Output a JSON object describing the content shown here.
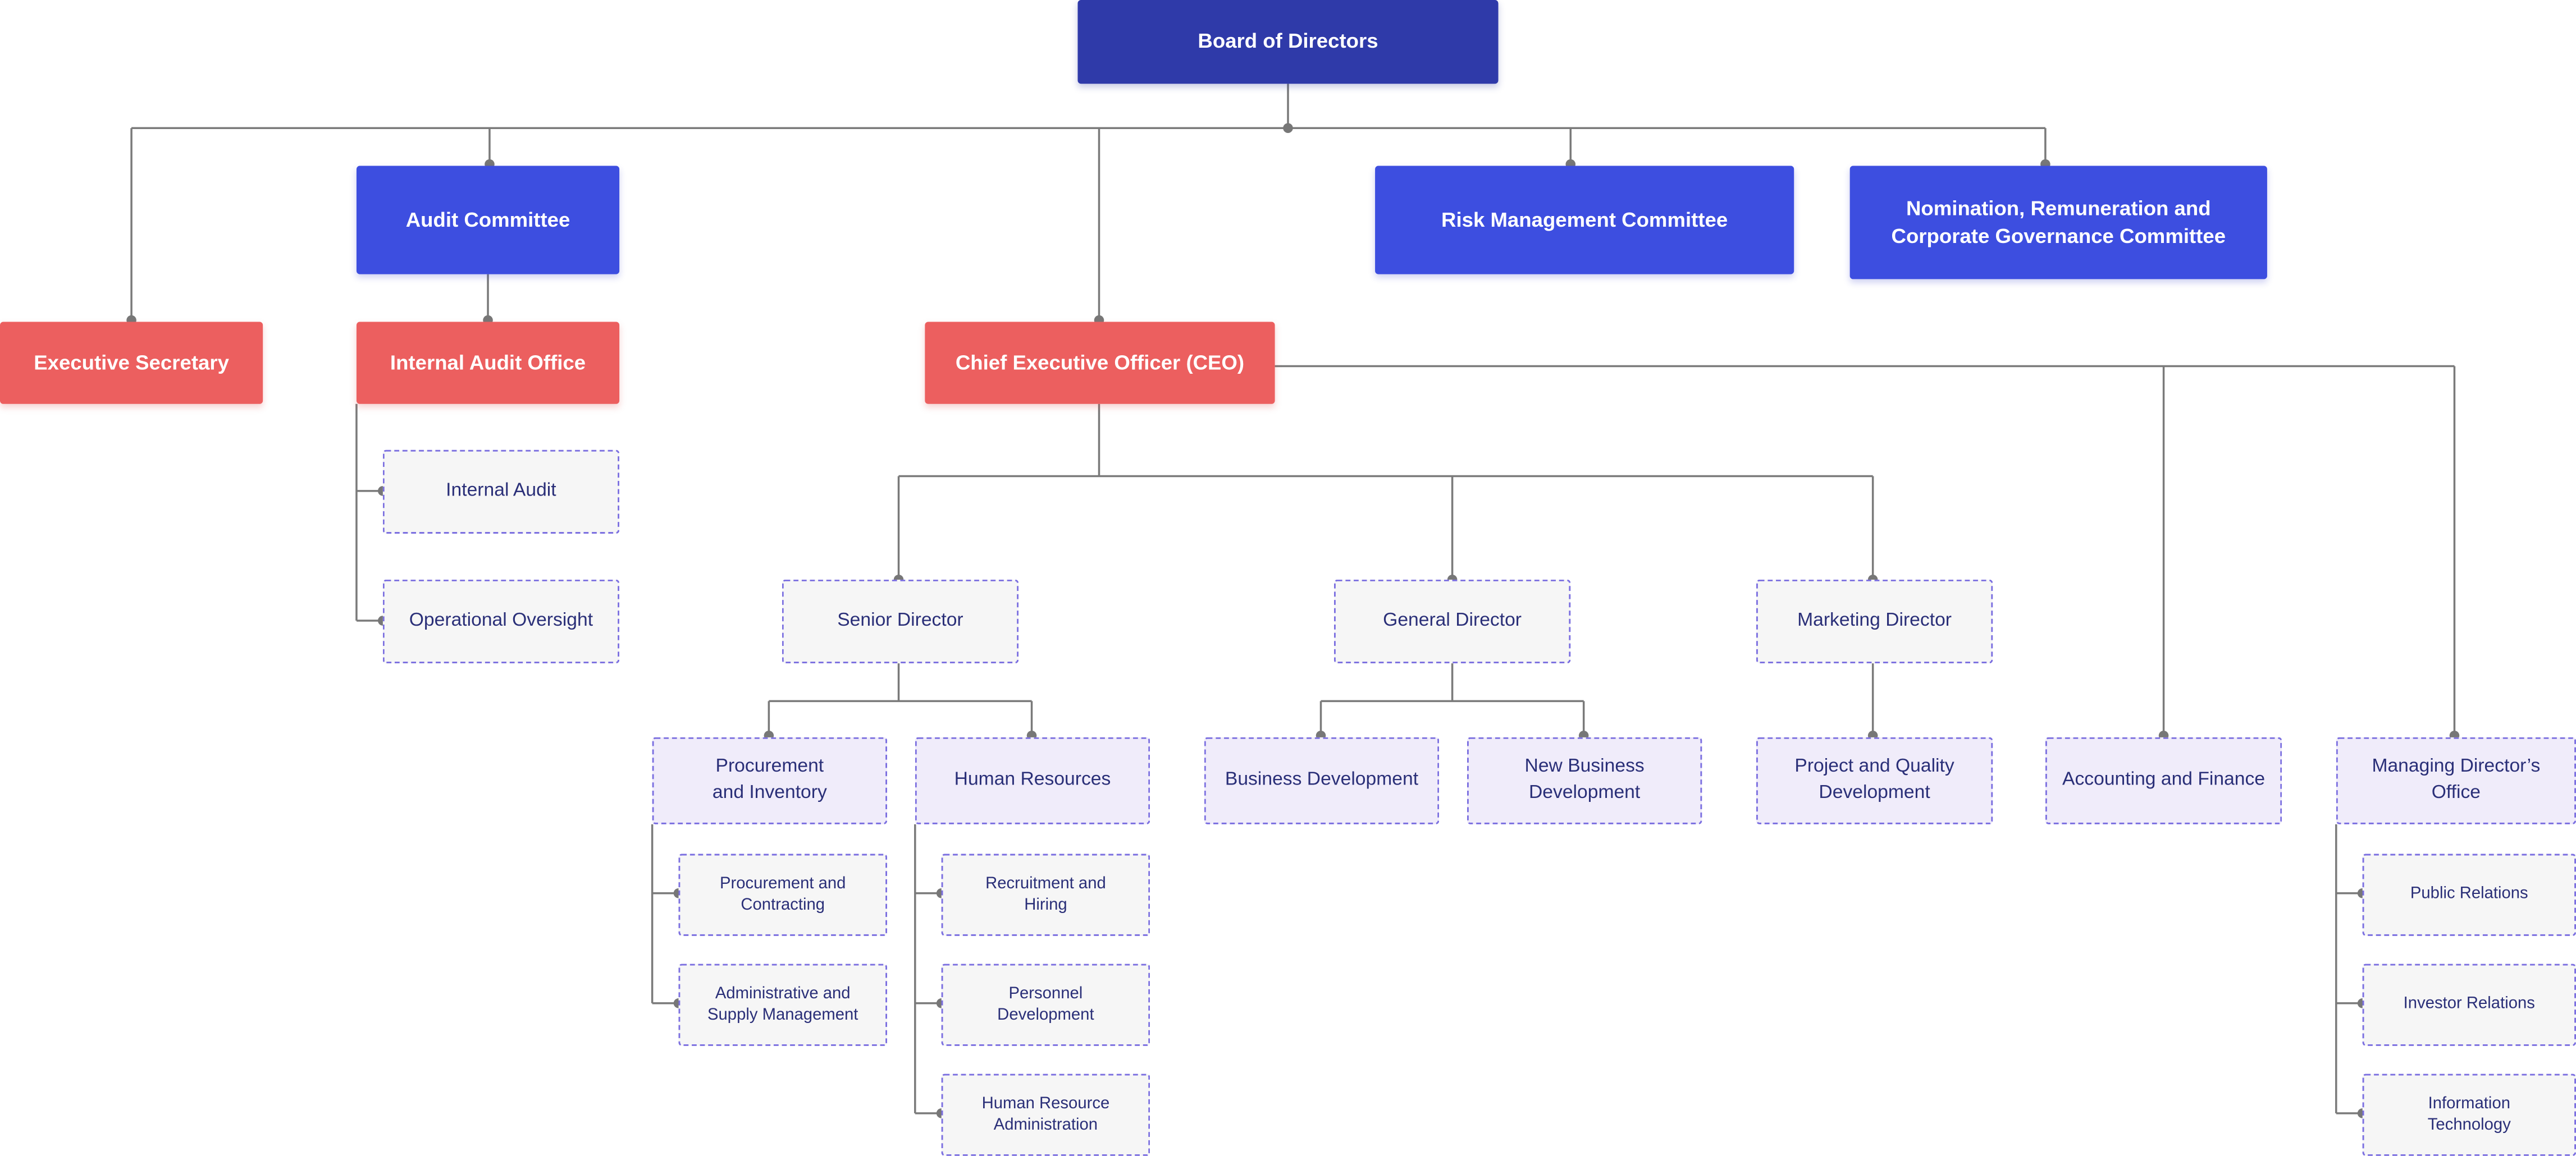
{
  "board": "Board of Directors",
  "committees": {
    "audit": "Audit Committee",
    "risk": "Risk Management Committee",
    "nomination": "Nomination, Remuneration and\nCorporate Governance Committee"
  },
  "executive": {
    "secretary": "Executive Secretary",
    "internal_audit_office": "Internal Audit Office",
    "ceo": "Chief Executive Officer (CEO)"
  },
  "internal_audit_units": [
    "Internal Audit",
    "Operational Oversight"
  ],
  "directors": {
    "senior": "Senior Director",
    "general": "General Director",
    "marketing": "Marketing Director"
  },
  "departments": {
    "procurement": "Procurement\nand Inventory",
    "hr": "Human Resources",
    "business_dev": "Business Development",
    "new_business_dev": "New Business\nDevelopment",
    "project_quality": "Project and Quality\nDevelopment",
    "accounting": "Accounting and Finance",
    "md_office": "Managing Director’s\nOffice"
  },
  "procurement_units": [
    "Procurement and\nContracting",
    "Administrative and\nSupply Management"
  ],
  "hr_units": [
    "Recruitment and\nHiring",
    "Personnel\nDevelopment",
    "Human Resource\nAdministration"
  ],
  "md_units": [
    "Public Relations",
    "Investor Relations",
    "Information\nTechnology"
  ]
}
